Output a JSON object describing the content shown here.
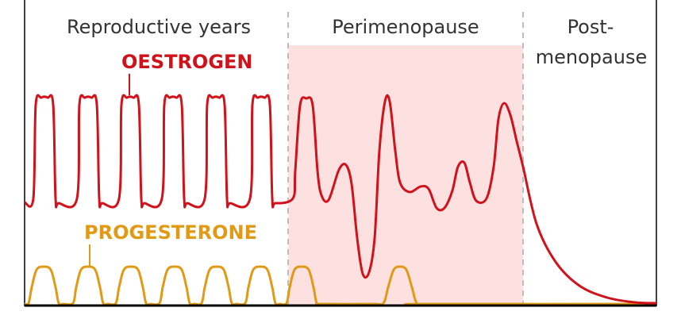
{
  "phases": {
    "reproductive": {
      "label": "Reproductive years"
    },
    "perimenopause": {
      "label": "Perimenopause"
    },
    "post": {
      "line1": "Post-",
      "line2": "menopause"
    }
  },
  "hormones": {
    "oestrogen": {
      "label": "OESTROGEN",
      "color": "#d0121b"
    },
    "progesterone": {
      "label": "PROGESTERONE",
      "color": "#e19a16"
    }
  },
  "colors": {
    "perimenopause_fill": "#fde0e0",
    "phase_divider": "#bdbdbd",
    "axis": "#000000",
    "text": "#333333"
  }
}
